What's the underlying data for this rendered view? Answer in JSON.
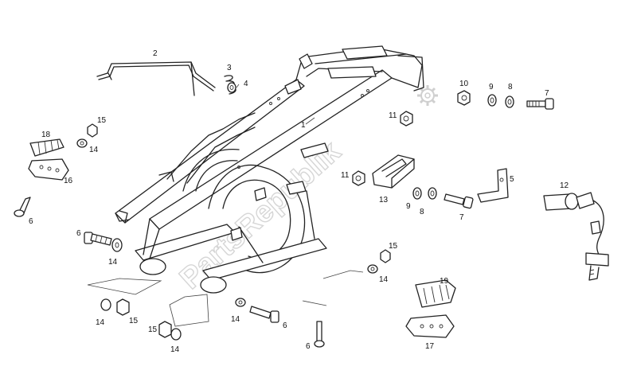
{
  "labels": {
    "l1": "1",
    "l2": "2",
    "l3": "3",
    "l4": "4",
    "l5": "5",
    "l6a": "6",
    "l6b": "6",
    "l6c": "6",
    "l6d": "6",
    "l7a": "7",
    "l7b": "7",
    "l8a": "8",
    "l8b": "8",
    "l9a": "9",
    "l9b": "9",
    "l10": "10",
    "l11a": "11",
    "l11b": "11",
    "l12": "12",
    "l13": "13",
    "l14a": "14",
    "l14b": "14",
    "l14c": "14",
    "l14d": "14",
    "l14e": "14",
    "l14f": "14",
    "l15a": "15",
    "l15b": "15",
    "l15c": "15",
    "l15d": "15",
    "l16": "16",
    "l17": "17",
    "l18": "18",
    "l19": "19"
  },
  "watermark": "PartsRepublik",
  "icons": {
    "watermark_gear": "gear-icon"
  }
}
